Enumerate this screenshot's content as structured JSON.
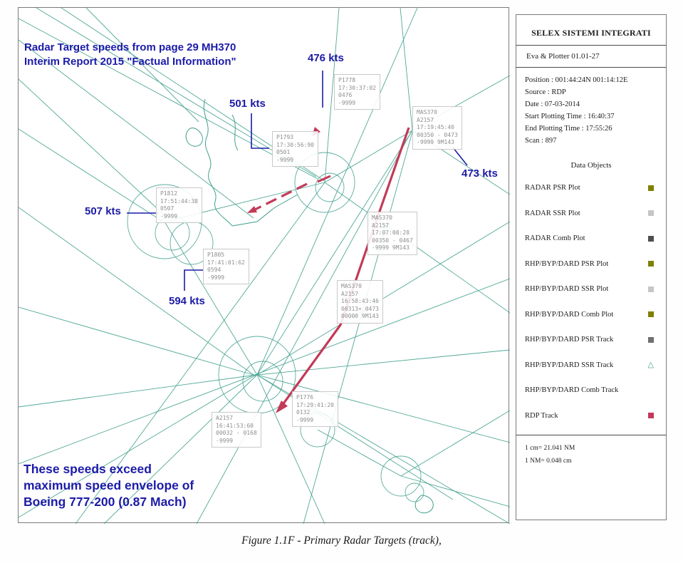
{
  "colors": {
    "map_teal": "#3f9f8c",
    "track_red": "#c23a58",
    "annotation_blue": "#1c1ba8",
    "target_label_gray": "#8f8f8f",
    "legend_olive": "#808000",
    "legend_light_gray": "#c6c6c6",
    "legend_dark_gray": "#4e4e4e",
    "legend_gray": "#6f6f6f"
  },
  "annotations": {
    "header": [
      "Radar Target speeds from page 29   MH370",
      "Interim Report 2015 \"Factual Information\""
    ],
    "footer": [
      "These speeds exceed",
      "maximum speed envelope of",
      "Boeing 777-200 (0.87 Mach)"
    ],
    "speed_callouts": [
      "476 kts",
      "501 kts",
      "473 kts",
      "507 kts",
      "594 kts"
    ]
  },
  "targets": [
    {
      "name": "P1778",
      "lines": [
        "P1778",
        "17:30:37:02",
        "0476",
        "-9999"
      ]
    },
    {
      "name": "P1793",
      "lines": [
        "P1793",
        "17:30:56:90",
        "0501",
        "-9999"
      ]
    },
    {
      "name": "MAS370-1",
      "lines": [
        "MAS370",
        "A2157",
        "17:19:45:40",
        "00350 - 0473",
        "-9999 9M143"
      ]
    },
    {
      "name": "P1812",
      "lines": [
        "P1812",
        "17:51:44:38",
        "0507",
        "-9999"
      ]
    },
    {
      "name": "P1805",
      "lines": [
        "P1805",
        "17:41:01:62",
        "0594",
        "-9999"
      ]
    },
    {
      "name": "MAS370-2",
      "lines": [
        "MAS370",
        "A2157",
        "17:07:08:28",
        "00350 - 0467",
        "-9999 9M143"
      ]
    },
    {
      "name": "MAS370-3",
      "lines": [
        "MAS370",
        "A2157",
        "16:58:43:46",
        "00313+ 0473",
        "00000 9M143"
      ]
    },
    {
      "name": "P1776",
      "lines": [
        "P1776",
        "17:29:41:20",
        "0132",
        "-9999"
      ]
    },
    {
      "name": "A2157",
      "lines": [
        "A2157",
        "16:41:53:60",
        "00032 - 0168",
        "-9999"
      ]
    }
  ],
  "sidebar": {
    "title": "SELEX SISTEMI INTEGRATI",
    "subtitle": "Eva & Plotter 01.01-27",
    "info": [
      "Position : 001:44:24N  001:14:12E",
      "Source : RDP",
      "Date : 07-03-2014",
      "Start Plotting Time : 16:40:37",
      "End Plotting Time : 17:55:26",
      "Scan : 897"
    ],
    "data_objects_title": "Data Objects",
    "legend": [
      {
        "label": "RADAR PSR Plot",
        "marker": "olive-square"
      },
      {
        "label": "RADAR SSR Plot",
        "marker": "lightgray-square"
      },
      {
        "label": "RADAR Comb Plot",
        "marker": "darkgray-square"
      },
      {
        "label": "RHP/BYP/DARD PSR Plot",
        "marker": "olive-square"
      },
      {
        "label": "RHP/BYP/DARD SSR Plot",
        "marker": "lightgray-square"
      },
      {
        "label": "RHP/BYP/DARD Comb Plot",
        "marker": "olive-square"
      },
      {
        "label": "RHP/BYP/DARD PSR Track",
        "marker": "gray-square"
      },
      {
        "label": "RHP/BYP/DARD SSR Track",
        "marker": "teal-triangle"
      },
      {
        "label": "RHP/BYP/DARD Comb Track",
        "marker": "none"
      },
      {
        "label": "RDP Track",
        "marker": "red-square"
      }
    ],
    "scale": [
      "1 cm= 21.041  NM",
      "1 NM= 0.048  cm"
    ]
  },
  "caption": "Figure 1.1F - Primary Radar Targets (track),"
}
